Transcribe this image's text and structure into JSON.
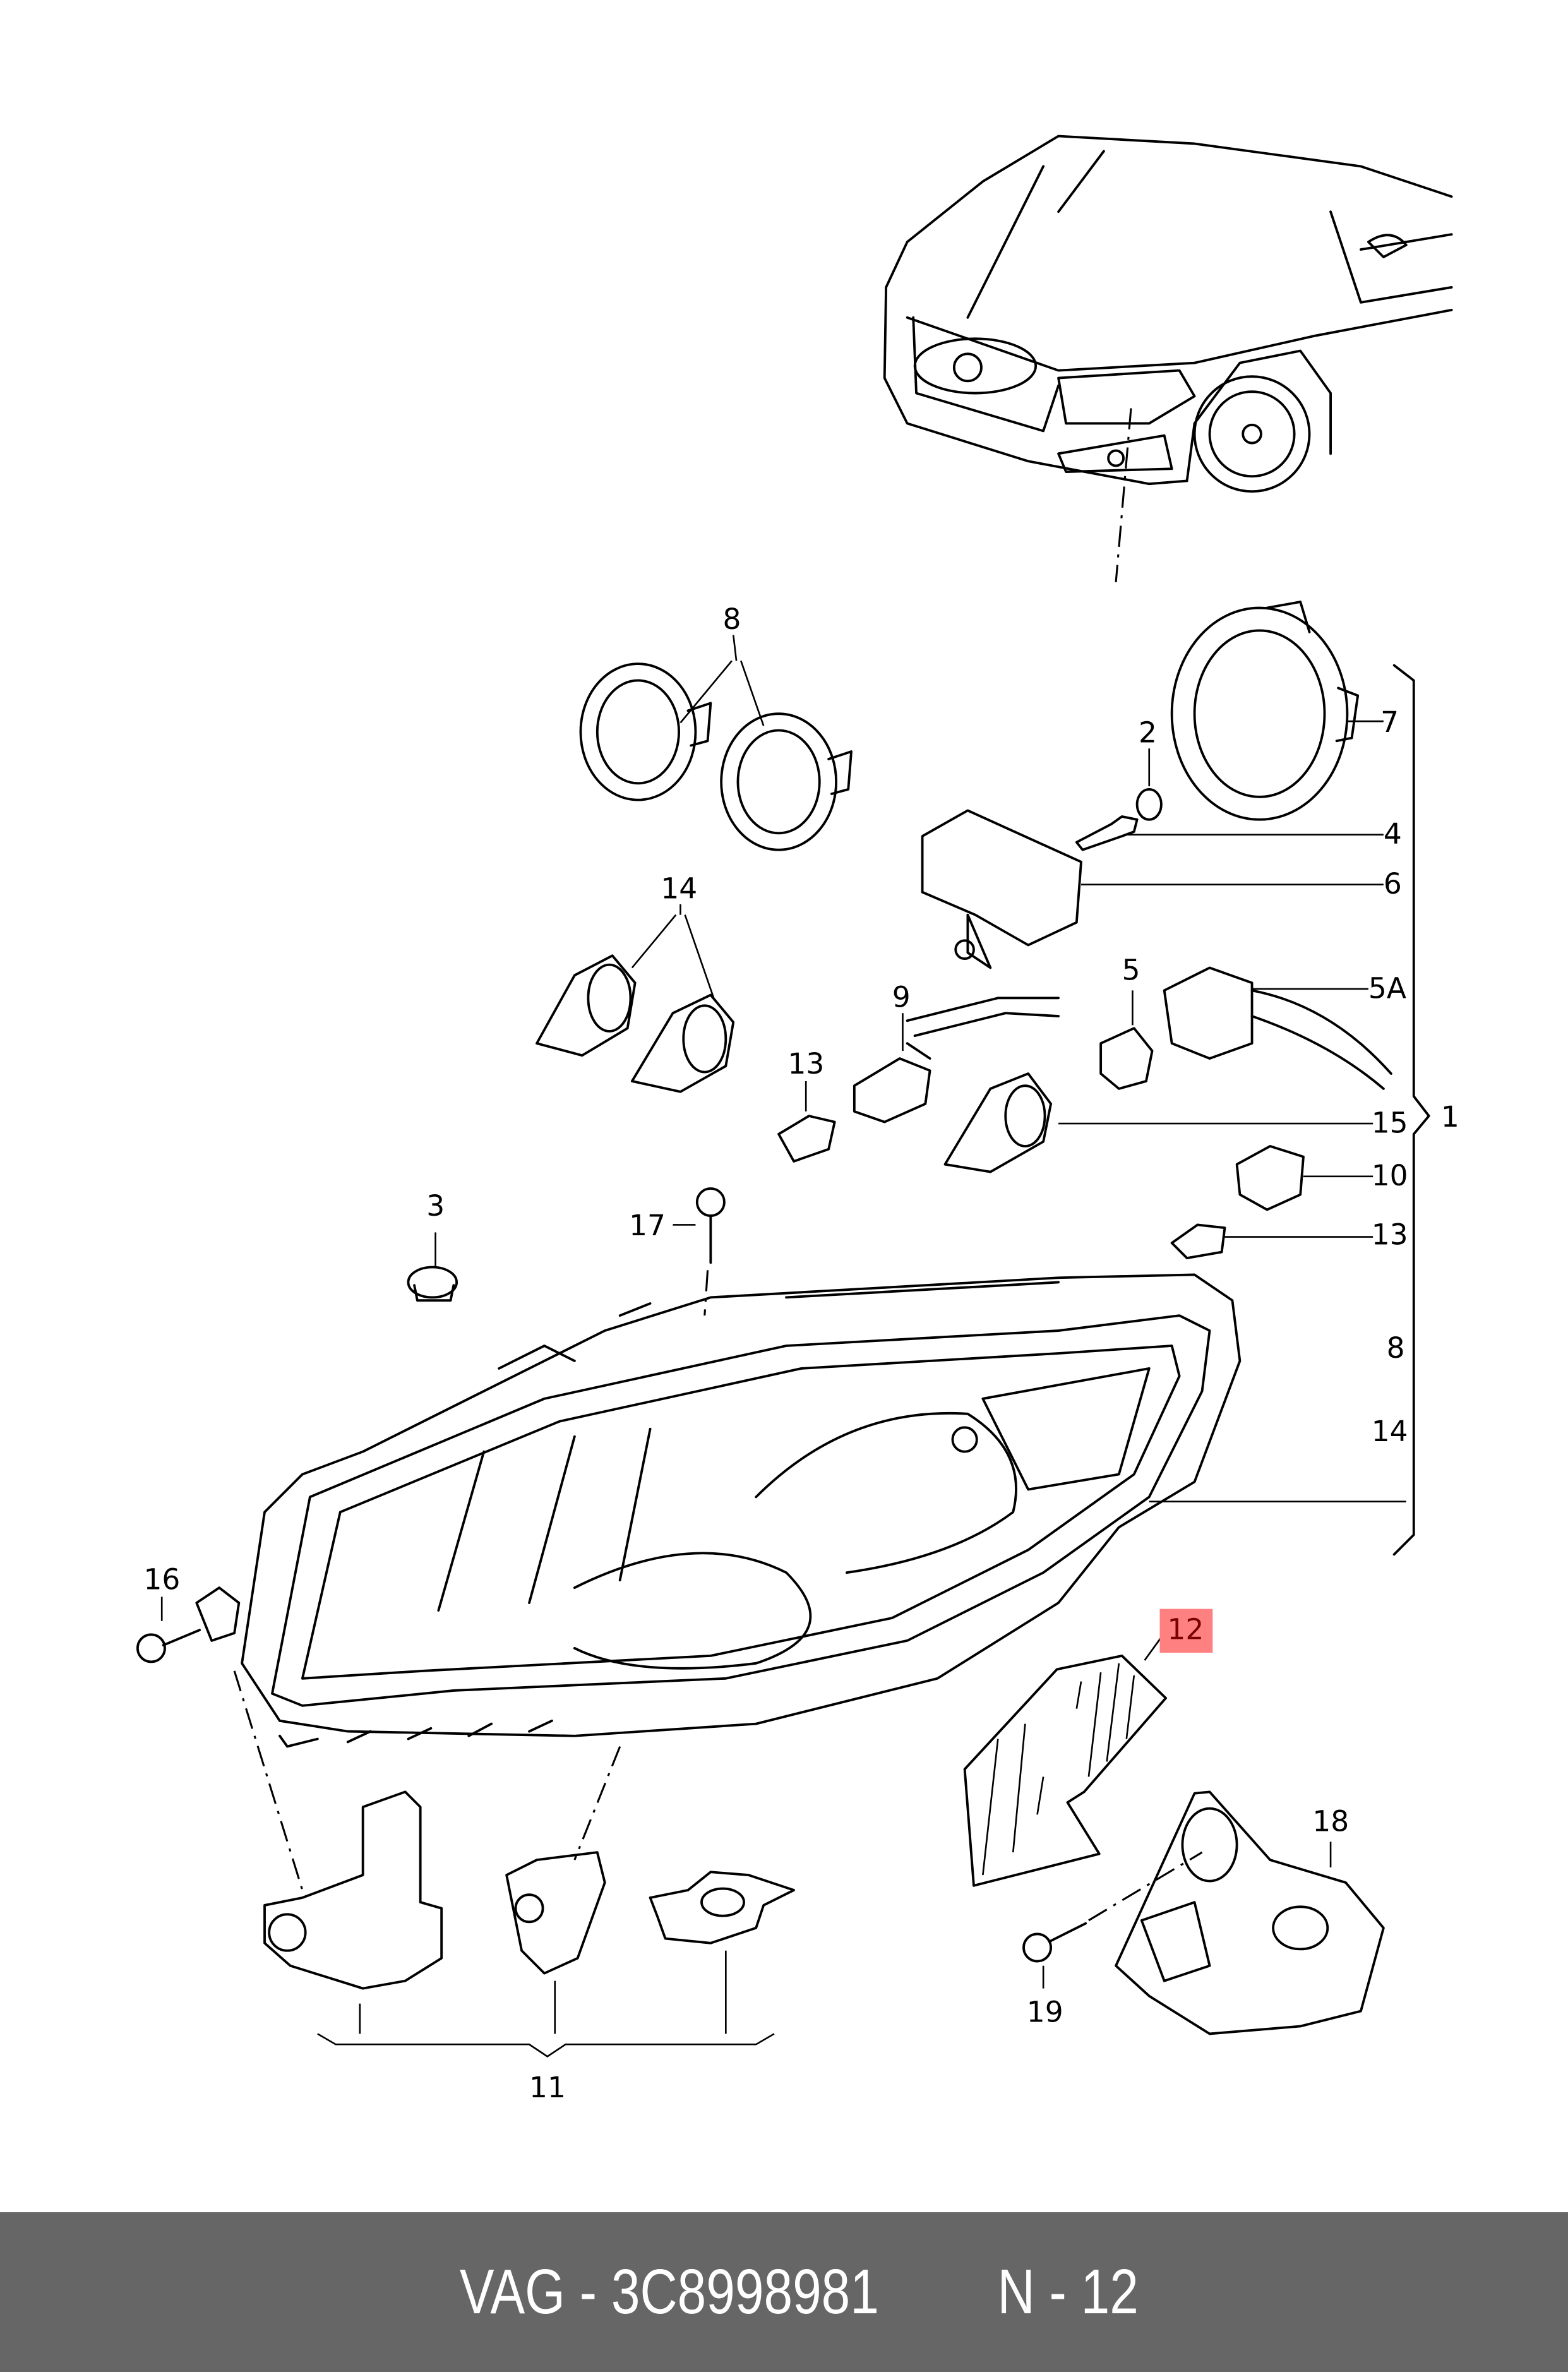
{
  "diagram": {
    "callouts": {
      "c1": "1",
      "c2": "2",
      "c3": "3",
      "c4": "4",
      "c5": "5",
      "c5a": "5A",
      "c6": "6",
      "c7": "7",
      "c8a": "8",
      "c8b": "8",
      "c9": "9",
      "c10": "10",
      "c11": "11",
      "c12": "12",
      "c13a": "13",
      "c13b": "13",
      "c14a": "14",
      "c14b": "14",
      "c15": "15",
      "c16": "16",
      "c17": "17",
      "c18": "18",
      "c19": "19"
    },
    "highlight_color": "#ff8080",
    "highlighted_callout": "12"
  },
  "footer": {
    "part_number": "VAG - 3C8998981",
    "position": "N - 12",
    "background_color": "#666666"
  }
}
